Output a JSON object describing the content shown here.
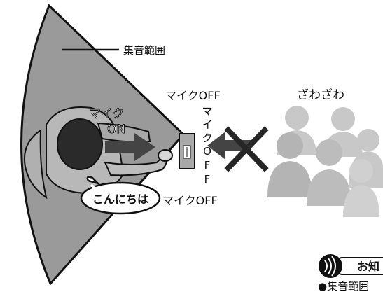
{
  "labels": {
    "range": "集音範囲",
    "mic_off_top": "マイクOFF",
    "mic_on_line1": "マイク",
    "mic_on_line2": "ON",
    "mic_off_vertical": [
      "マ",
      "イ",
      "ク",
      "O",
      "F",
      "F"
    ],
    "mic_off_bottom": "マイクOFF",
    "chatter": "ざわざわ",
    "speech": "こんにちは",
    "notice": "お知",
    "footnote": "●集音範囲"
  },
  "colors": {
    "zone_fill": "#9a9a9a",
    "crowd_fill": "#c8c8c8",
    "arrow_dark": "#444444",
    "cross": "#262626",
    "ink": "#111111"
  },
  "icons": [
    "sound-wave-icon",
    "microphone-device-icon",
    "blocked-cross-icon"
  ]
}
